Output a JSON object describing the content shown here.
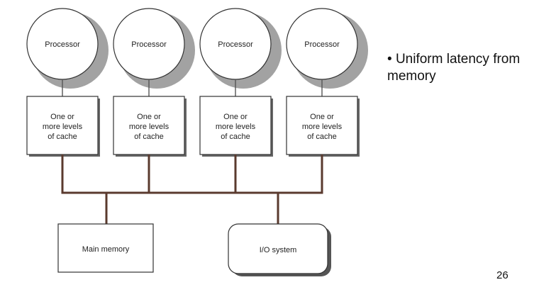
{
  "diagram": {
    "processors": [
      {
        "label": "Processor",
        "cache_lines": [
          "One or",
          "more levels",
          "of cache"
        ]
      },
      {
        "label": "Processor",
        "cache_lines": [
          "One or",
          "more levels",
          "of cache"
        ]
      },
      {
        "label": "Processor",
        "cache_lines": [
          "One or",
          "more levels",
          "of cache"
        ]
      },
      {
        "label": "Processor",
        "cache_lines": [
          "One or",
          "more levels",
          "of cache"
        ]
      }
    ],
    "main_memory_label": "Main memory",
    "io_system_label": "I/O system"
  },
  "bullet": {
    "marker": "•",
    "text": "Uniform latency from memory"
  },
  "slide_number": "26"
}
